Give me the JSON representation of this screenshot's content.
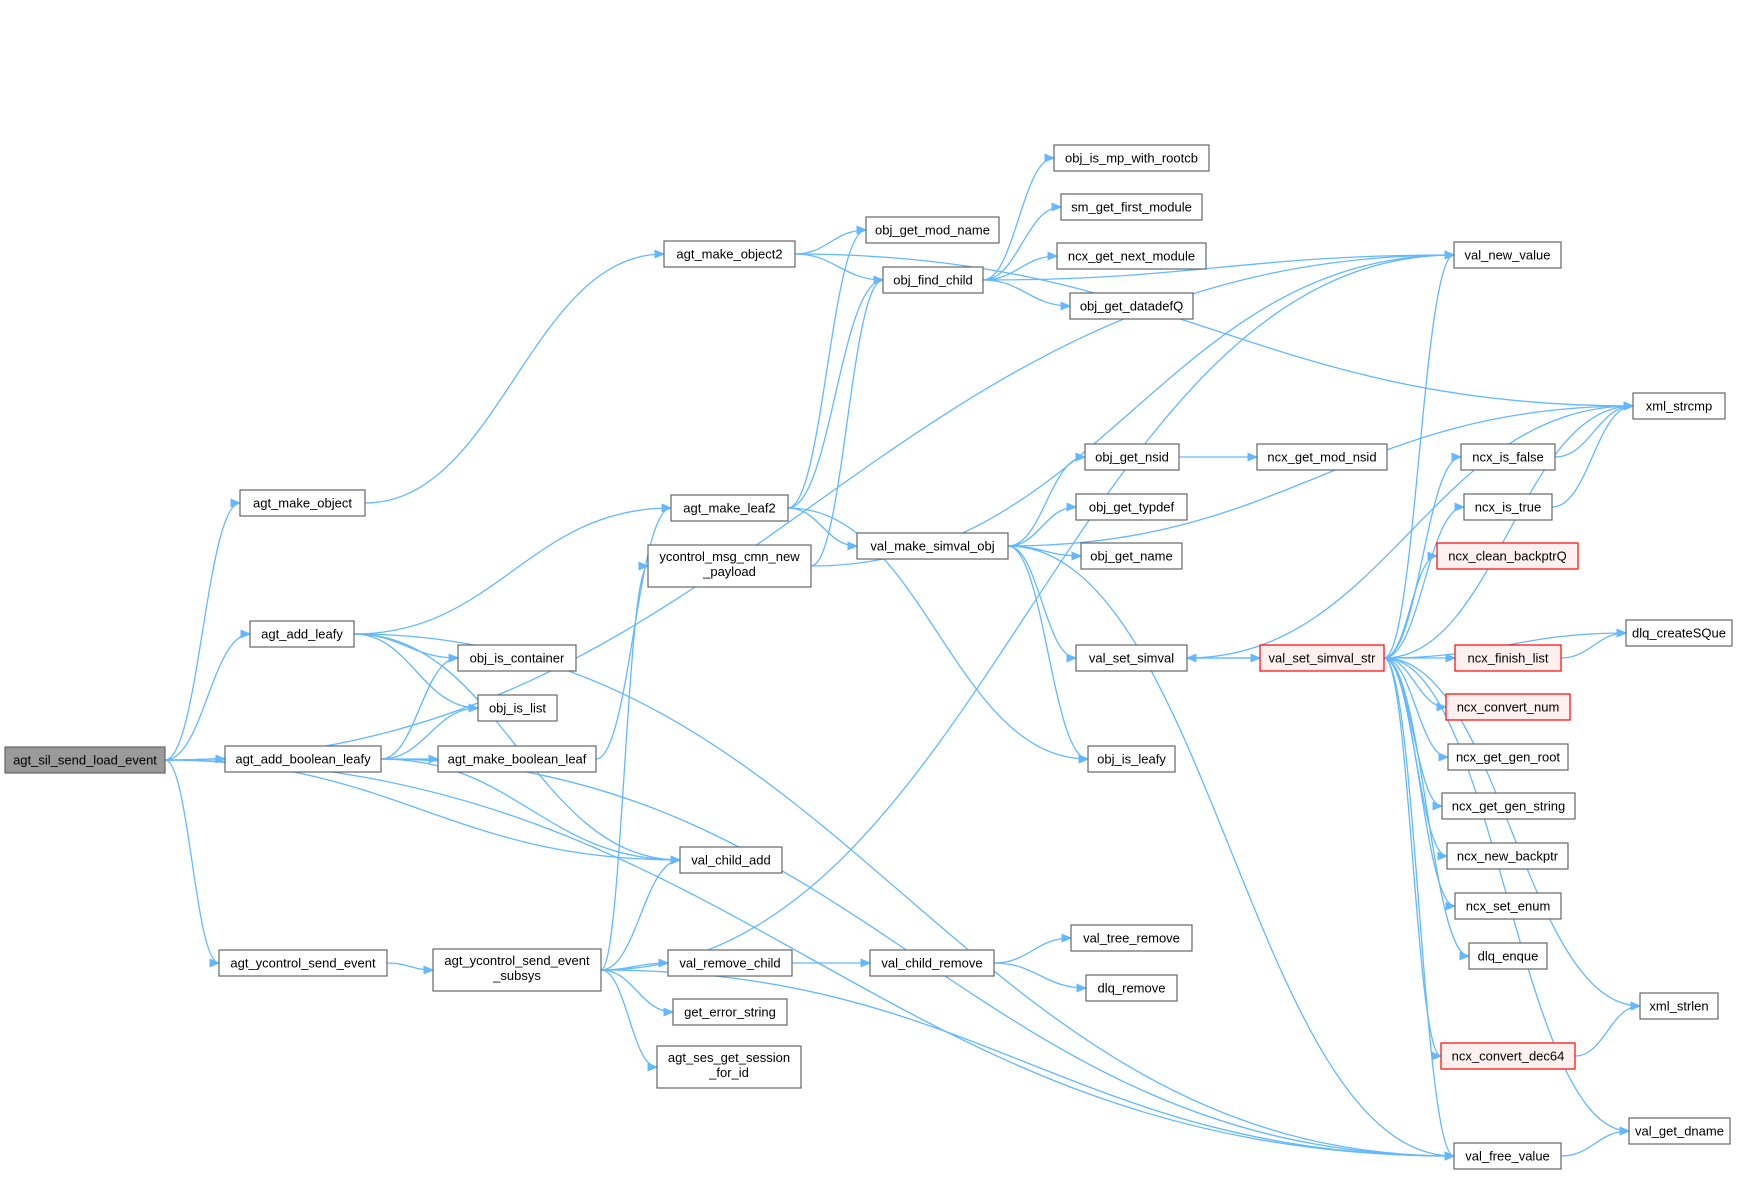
{
  "graph": {
    "root": "agt_sil_send_load_event",
    "nodes": {
      "agt_sil_send_load_event": [
        "agt_sil_send_load_event"
      ],
      "agt_make_object": [
        "agt_make_object"
      ],
      "agt_add_leafy": [
        "agt_add_leafy"
      ],
      "agt_add_boolean_leafy": [
        "agt_add_boolean_leafy"
      ],
      "agt_ycontrol_send_event": [
        "agt_ycontrol_send_event"
      ],
      "agt_make_object2": [
        "agt_make_object2"
      ],
      "agt_make_leaf2": [
        "agt_make_leaf2"
      ],
      "ycontrol_msg_cmn_new_payload": [
        "ycontrol_msg_cmn_new",
        "_payload"
      ],
      "obj_is_container": [
        "obj_is_container"
      ],
      "obj_is_list": [
        "obj_is_list"
      ],
      "agt_make_boolean_leaf": [
        "agt_make_boolean_leaf"
      ],
      "val_child_add": [
        "val_child_add"
      ],
      "agt_ycontrol_send_event_subsys": [
        "agt_ycontrol_send_event",
        "_subsys"
      ],
      "val_remove_child": [
        "val_remove_child"
      ],
      "get_error_string": [
        "get_error_string"
      ],
      "agt_ses_get_session_for_id": [
        "agt_ses_get_session",
        "_for_id"
      ],
      "obj_get_mod_name": [
        "obj_get_mod_name"
      ],
      "obj_find_child": [
        "obj_find_child"
      ],
      "val_make_simval_obj": [
        "val_make_simval_obj"
      ],
      "val_child_remove": [
        "val_child_remove"
      ],
      "obj_is_mp_with_rootcb": [
        "obj_is_mp_with_rootcb"
      ],
      "sm_get_first_module": [
        "sm_get_first_module"
      ],
      "ncx_get_next_module": [
        "ncx_get_next_module"
      ],
      "obj_get_datadefQ": [
        "obj_get_datadefQ"
      ],
      "obj_get_nsid": [
        "obj_get_nsid"
      ],
      "obj_get_typdef": [
        "obj_get_typdef"
      ],
      "obj_get_name": [
        "obj_get_name"
      ],
      "val_set_simval": [
        "val_set_simval"
      ],
      "obj_is_leafy": [
        "obj_is_leafy"
      ],
      "val_tree_remove": [
        "val_tree_remove"
      ],
      "dlq_remove": [
        "dlq_remove"
      ],
      "ncx_get_mod_nsid": [
        "ncx_get_mod_nsid"
      ],
      "val_set_simval_str": [
        "val_set_simval_str"
      ],
      "val_new_value": [
        "val_new_value"
      ],
      "ncx_is_false": [
        "ncx_is_false"
      ],
      "ncx_is_true": [
        "ncx_is_true"
      ],
      "ncx_clean_backptrQ": [
        "ncx_clean_backptrQ"
      ],
      "ncx_finish_list": [
        "ncx_finish_list"
      ],
      "ncx_convert_num": [
        "ncx_convert_num"
      ],
      "ncx_get_gen_root": [
        "ncx_get_gen_root"
      ],
      "ncx_get_gen_string": [
        "ncx_get_gen_string"
      ],
      "ncx_new_backptr": [
        "ncx_new_backptr"
      ],
      "ncx_set_enum": [
        "ncx_set_enum"
      ],
      "dlq_enque": [
        "dlq_enque"
      ],
      "ncx_convert_dec64": [
        "ncx_convert_dec64"
      ],
      "val_free_value": [
        "val_free_value"
      ],
      "xml_strcmp": [
        "xml_strcmp"
      ],
      "dlq_createSQue": [
        "dlq_createSQue"
      ],
      "xml_strlen": [
        "xml_strlen"
      ],
      "val_get_dname": [
        "val_get_dname"
      ]
    },
    "truncated": [
      "val_set_simval_str",
      "ncx_clean_backptrQ",
      "ncx_finish_list",
      "ncx_convert_num",
      "ncx_convert_dec64"
    ],
    "edges": [
      [
        "agt_sil_send_load_event",
        "agt_make_object"
      ],
      [
        "agt_sil_send_load_event",
        "agt_add_leafy"
      ],
      [
        "agt_sil_send_load_event",
        "agt_add_boolean_leafy"
      ],
      [
        "agt_sil_send_load_event",
        "val_child_add"
      ],
      [
        "agt_sil_send_load_event",
        "agt_ycontrol_send_event"
      ],
      [
        "agt_sil_send_load_event",
        "val_free_value"
      ],
      [
        "agt_sil_send_load_event",
        "val_new_value"
      ],
      [
        "agt_make_object",
        "agt_make_object2"
      ],
      [
        "agt_make_object2",
        "obj_get_mod_name"
      ],
      [
        "agt_make_object2",
        "obj_find_child"
      ],
      [
        "agt_make_object2",
        "xml_strcmp"
      ],
      [
        "agt_add_leafy",
        "agt_make_leaf2"
      ],
      [
        "agt_add_leafy",
        "obj_is_container"
      ],
      [
        "agt_add_leafy",
        "obj_is_list"
      ],
      [
        "agt_add_leafy",
        "val_child_add"
      ],
      [
        "agt_add_leafy",
        "val_free_value"
      ],
      [
        "agt_add_boolean_leafy",
        "obj_is_container"
      ],
      [
        "agt_add_boolean_leafy",
        "obj_is_list"
      ],
      [
        "agt_add_boolean_leafy",
        "agt_make_boolean_leaf"
      ],
      [
        "agt_add_boolean_leafy",
        "val_child_add"
      ],
      [
        "agt_add_boolean_leafy",
        "val_free_value"
      ],
      [
        "agt_make_boolean_leaf",
        "agt_make_leaf2"
      ],
      [
        "agt_make_leaf2",
        "obj_get_mod_name"
      ],
      [
        "agt_make_leaf2",
        "obj_find_child"
      ],
      [
        "agt_make_leaf2",
        "val_make_simval_obj"
      ],
      [
        "agt_make_leaf2",
        "obj_is_leafy"
      ],
      [
        "ycontrol_msg_cmn_new_payload",
        "obj_find_child"
      ],
      [
        "ycontrol_msg_cmn_new_payload",
        "val_new_value"
      ],
      [
        "agt_ycontrol_send_event",
        "agt_ycontrol_send_event_subsys"
      ],
      [
        "agt_ycontrol_send_event_subsys",
        "ycontrol_msg_cmn_new_payload"
      ],
      [
        "agt_ycontrol_send_event_subsys",
        "val_child_add"
      ],
      [
        "agt_ycontrol_send_event_subsys",
        "val_remove_child"
      ],
      [
        "agt_ycontrol_send_event_subsys",
        "get_error_string"
      ],
      [
        "agt_ycontrol_send_event_subsys",
        "agt_ses_get_session_for_id"
      ],
      [
        "agt_ycontrol_send_event_subsys",
        "val_free_value"
      ],
      [
        "agt_ycontrol_send_event_subsys",
        "val_new_value"
      ],
      [
        "val_remove_child",
        "val_child_remove"
      ],
      [
        "val_child_remove",
        "val_tree_remove"
      ],
      [
        "val_child_remove",
        "dlq_remove"
      ],
      [
        "obj_find_child",
        "obj_is_mp_with_rootcb"
      ],
      [
        "obj_find_child",
        "sm_get_first_module"
      ],
      [
        "obj_find_child",
        "ncx_get_next_module"
      ],
      [
        "obj_find_child",
        "obj_get_datadefQ"
      ],
      [
        "obj_find_child",
        "val_new_value"
      ],
      [
        "val_make_simval_obj",
        "obj_get_nsid"
      ],
      [
        "val_make_simval_obj",
        "obj_get_typdef"
      ],
      [
        "val_make_simval_obj",
        "obj_get_name"
      ],
      [
        "val_make_simval_obj",
        "val_set_simval"
      ],
      [
        "val_make_simval_obj",
        "obj_is_leafy"
      ],
      [
        "val_make_simval_obj",
        "val_free_value"
      ],
      [
        "val_make_simval_obj",
        "xml_strcmp"
      ],
      [
        "obj_get_nsid",
        "ncx_get_mod_nsid"
      ],
      [
        "val_set_simval",
        "val_set_simval_str"
      ],
      [
        "val_set_simval",
        "xml_strcmp"
      ],
      [
        "val_set_simval_str",
        "val_set_simval"
      ],
      [
        "val_set_simval_str",
        "val_new_value"
      ],
      [
        "val_set_simval_str",
        "xml_strcmp"
      ],
      [
        "val_set_simval_str",
        "ncx_is_false"
      ],
      [
        "val_set_simval_str",
        "ncx_is_true"
      ],
      [
        "val_set_simval_str",
        "ncx_clean_backptrQ"
      ],
      [
        "val_set_simval_str",
        "dlq_createSQue"
      ],
      [
        "val_set_simval_str",
        "ncx_finish_list"
      ],
      [
        "val_set_simval_str",
        "ncx_convert_num"
      ],
      [
        "val_set_simval_str",
        "ncx_get_gen_root"
      ],
      [
        "val_set_simval_str",
        "ncx_get_gen_string"
      ],
      [
        "val_set_simval_str",
        "ncx_new_backptr"
      ],
      [
        "val_set_simval_str",
        "ncx_set_enum"
      ],
      [
        "val_set_simval_str",
        "dlq_enque"
      ],
      [
        "val_set_simval_str",
        "xml_strlen"
      ],
      [
        "val_set_simval_str",
        "ncx_convert_dec64"
      ],
      [
        "val_set_simval_str",
        "val_get_dname"
      ],
      [
        "val_set_simval_str",
        "val_free_value"
      ],
      [
        "ncx_is_false",
        "xml_strcmp"
      ],
      [
        "ncx_is_true",
        "xml_strcmp"
      ],
      [
        "ncx_finish_list",
        "dlq_createSQue"
      ],
      [
        "ncx_convert_dec64",
        "xml_strlen"
      ],
      [
        "val_free_value",
        "val_get_dname"
      ]
    ]
  },
  "colors": {
    "edge": "#63b8ff",
    "node_border": "#666666",
    "root_fill": "#9a9a9a",
    "truncated_border": "#ff0000",
    "truncated_fill": "#fff0f0"
  }
}
